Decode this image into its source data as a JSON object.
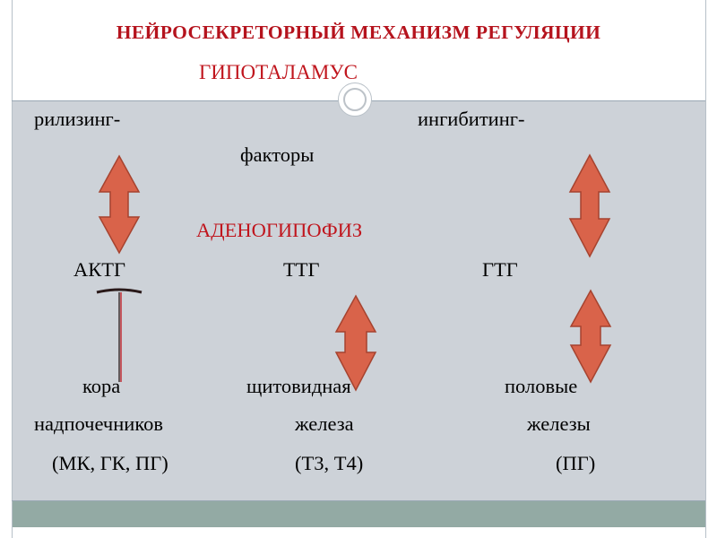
{
  "title": "НЕЙРОСЕКРЕТОРНЫЙ  МЕХАНИЗМ  РЕГУЛЯЦИИ",
  "hypothalamus": "ГИПОТАЛАМУС",
  "releasing": "рилизинг-",
  "inhibiting": "ингибитинг-",
  "factors": "факторы",
  "adenohypophysis": "АДЕНОГИПОФИЗ",
  "hormones": {
    "actg": "АКТГ",
    "ttg": "ТТГ",
    "gtg": "ГТГ"
  },
  "targets": {
    "adrenal": {
      "line1": "кора",
      "line2": "надпочечников",
      "line3": "(МК, ГК, ПГ)"
    },
    "thyroid": {
      "line1": "щитовидная",
      "line2": "железа",
      "line3": "(Т3, Т4)"
    },
    "gonads": {
      "line1": "половые",
      "line2": "железы",
      "line3": "(ПГ)"
    }
  },
  "colors": {
    "title": "#b5131d",
    "arrow_fill": "#d9634a",
    "arrow_stroke": "#a6432f",
    "background": "#cdd2d8",
    "band": "#93aaa4"
  }
}
